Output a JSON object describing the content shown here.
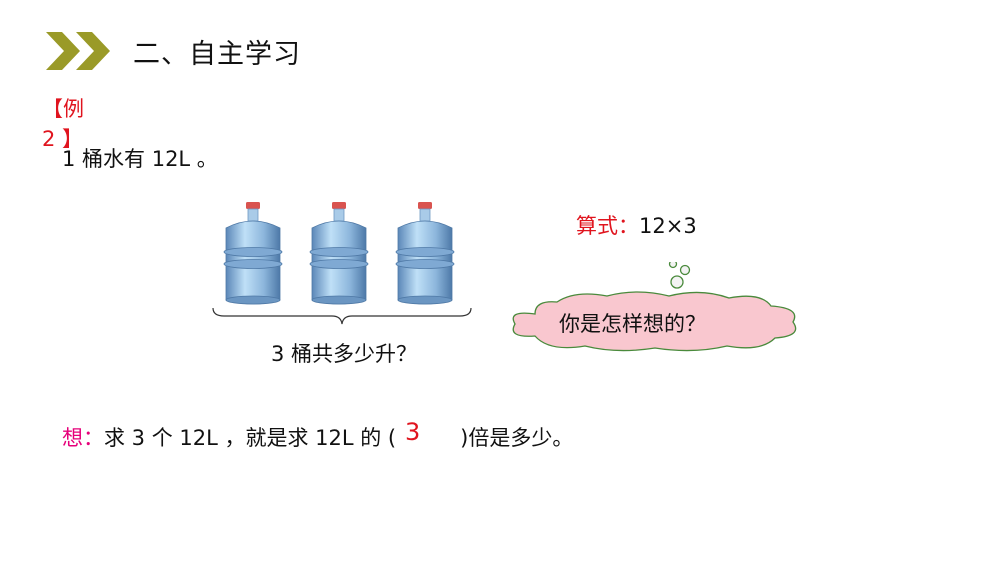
{
  "section": {
    "title": "二、自主学习"
  },
  "example": {
    "label_line1": "【例",
    "label_line2": "2 】",
    "statement": "1 桶水有 12L 。"
  },
  "jugs": {
    "count": 3,
    "icon": "water-jug-icon",
    "question": "3 桶共多少升？"
  },
  "formula": {
    "label": "算式：",
    "value": "12×3"
  },
  "cloud": {
    "text": "你是怎样想的？"
  },
  "think": {
    "label": "想：",
    "text_before": "求 3 个 12L ，就是求 12L 的 (",
    "answer": "3",
    "text_after": ")倍是多少。"
  },
  "colors": {
    "accent_red": "#e0141e",
    "think_magenta": "#e6007a",
    "chevron_olive": "#9a9a28",
    "cloud_fill": "#f9c7cf",
    "cloud_stroke": "#4a8a3c"
  }
}
